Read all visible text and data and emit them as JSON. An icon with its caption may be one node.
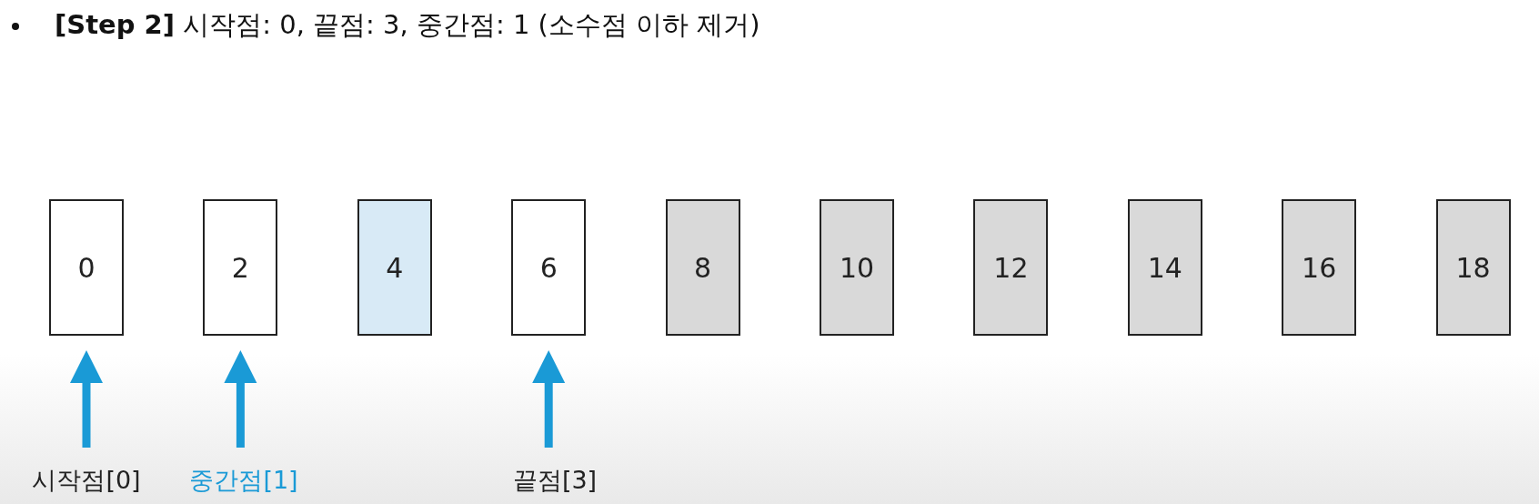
{
  "diagram": {
    "title": "**[Step 2]** 시작점: 0, 끝점: 3, 중간점: 1 (소수점 이하 제거)",
    "nodes": [
      {
        "text": [
          "0"
        ]
      },
      {
        "text": [
          "2"
        ]
      },
      {
        "text": [
          "4"
        ]
      },
      {
        "text": [
          "6"
        ]
      },
      {
        "text": [
          "8"
        ]
      },
      {
        "text": [
          "10"
        ]
      },
      {
        "text": [
          "12"
        ]
      },
      {
        "text": [
          "14"
        ]
      },
      {
        "text": [
          "16"
        ]
      },
      {
        "text": [
          "18"
        ]
      },
      {
        "text": [
          "시작점[0]"
        ]
      },
      {
        "text": [
          "중간점[1]"
        ]
      },
      {
        "text": [
          "끝점[3]"
        ]
      }
    ],
    "edges": [
      {
        "from": 10,
        "to": 0,
        "arrow": "to"
      },
      {
        "from": 11,
        "to": 1,
        "arrow": "to"
      },
      {
        "from": 12,
        "to": 3,
        "arrow": "to"
      }
    ]
  }
}
